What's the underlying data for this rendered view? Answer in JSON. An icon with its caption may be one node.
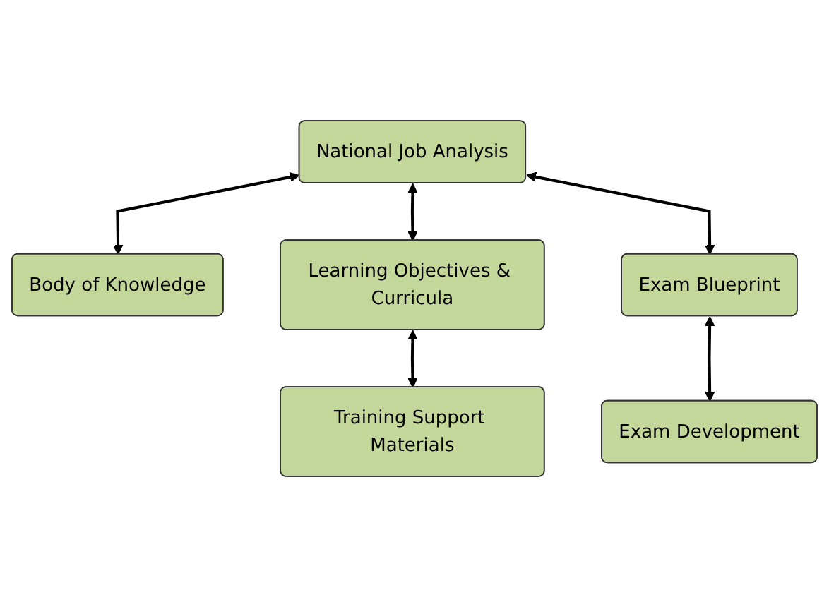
{
  "diagram": {
    "nodes": [
      {
        "text": [
          "National Job Analysis"
        ]
      },
      {
        "text": [
          "Body of Knowledge"
        ]
      },
      {
        "text": [
          "Learning Objectives & Curricula"
        ]
      },
      {
        "text": [
          "Exam Blueprint"
        ]
      },
      {
        "text": [
          "Training Support Materials"
        ]
      },
      {
        "text": [
          "Exam Development"
        ]
      }
    ],
    "edges": [
      {
        "from": 0,
        "to": 1,
        "arrow": "both"
      },
      {
        "from": 0,
        "to": 2,
        "arrow": "both"
      },
      {
        "from": 0,
        "to": 3,
        "arrow": "both"
      },
      {
        "from": 2,
        "to": 4,
        "arrow": "both"
      },
      {
        "from": 3,
        "to": 5,
        "arrow": "both"
      }
    ]
  }
}
